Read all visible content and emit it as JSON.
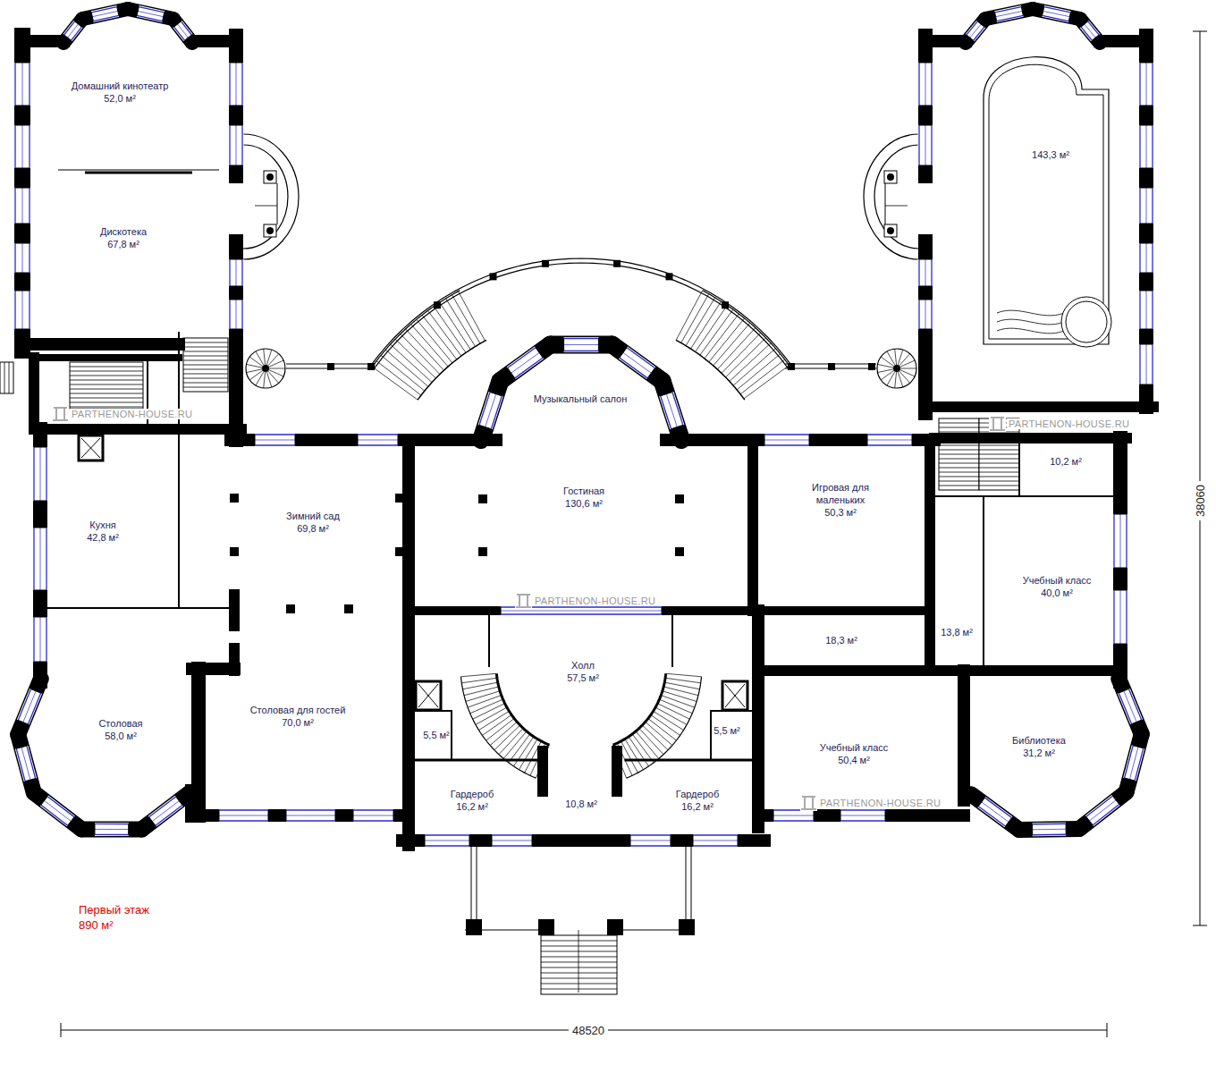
{
  "diagram": {
    "nodes": [
      {
        "text": [
          "Домашний кинотеатр",
          "52,0 м²"
        ]
      },
      {
        "text": [
          "Дискотека",
          "67,8 м²"
        ]
      },
      {
        "text": [
          "143,3 м²"
        ]
      },
      {
        "text": [
          "Музыкальный салон"
        ]
      },
      {
        "text": [
          "Кухня",
          "42,8 м²"
        ]
      },
      {
        "text": [
          "Зимний сад",
          "69,8 м²"
        ]
      },
      {
        "text": [
          "Гостиная",
          "130,6 м²"
        ]
      },
      {
        "text": [
          "Игровая для маленьких",
          "50,3 м²"
        ]
      },
      {
        "text": [
          "10,2 м²"
        ]
      },
      {
        "text": [
          "Учебный класс",
          "40,0 м²"
        ]
      },
      {
        "text": [
          "18,3 м²"
        ]
      },
      {
        "text": [
          "13,8 м²"
        ]
      },
      {
        "text": [
          "Холл",
          "57,5 м²"
        ]
      },
      {
        "text": [
          "Столовая",
          "58,0 м²"
        ]
      },
      {
        "text": [
          "Столовая для гостей",
          "70,0 м²"
        ]
      },
      {
        "text": [
          "5,5 м²"
        ]
      },
      {
        "text": [
          "5,5 м²"
        ]
      },
      {
        "text": [
          "Учебный класс",
          "50,4 м²"
        ]
      },
      {
        "text": [
          "Библиотека",
          "31,2 м²"
        ]
      },
      {
        "text": [
          "Гардероб",
          "16,2 м²"
        ]
      },
      {
        "text": [
          "10,8 м²"
        ]
      },
      {
        "text": [
          "Гардероб",
          "16,2 м²"
        ]
      }
    ],
    "labels": [
      "PARTHENON-HOUSE.RU",
      "PARTHENON-HOUSE.RU",
      "PARTHENON-HOUSE.RU",
      "PARTHENON-HOUSE.RU",
      "Первый этаж",
      "890 м²",
      "48520",
      "38060"
    ]
  }
}
